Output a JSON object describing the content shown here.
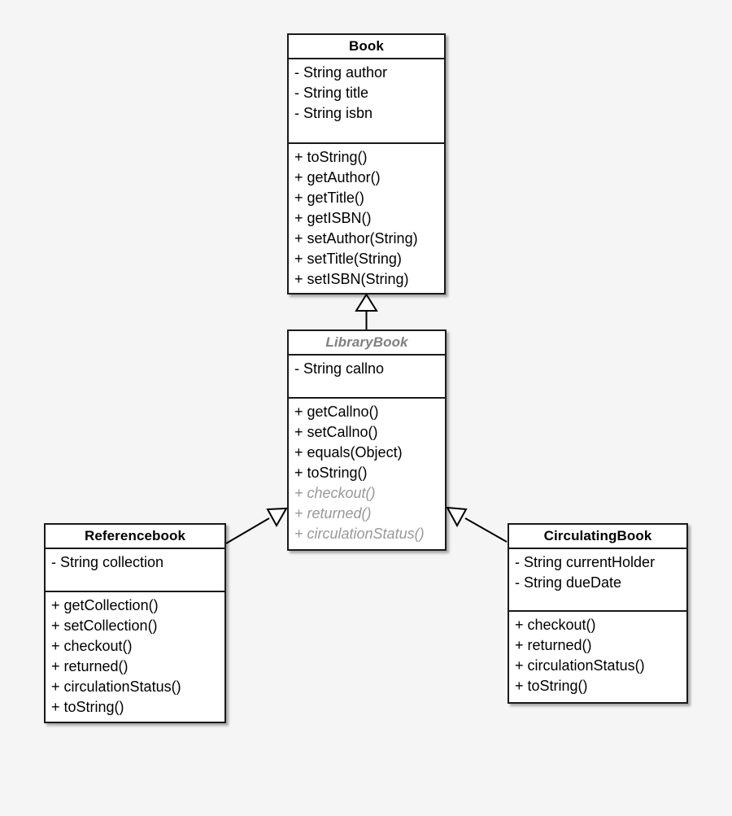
{
  "diagram": {
    "kind": "uml-class-diagram",
    "background_color": "#f5f5f5",
    "box_fill_color": "#ffffff",
    "border_color": "#1a1a1a",
    "abstract_text_color": "#808080",
    "abstract_member_color": "#999999"
  },
  "classes": {
    "book": {
      "name": "Book",
      "abstract": false,
      "attributes": [
        "- String author",
        "- String title",
        "- String isbn"
      ],
      "methods": [
        "+ toString()",
        "+ getAuthor()",
        "+ getTitle()",
        "+ getISBN()",
        "+ setAuthor(String)",
        "+ setTitle(String)",
        "+ setISBN(String)"
      ]
    },
    "librarybook": {
      "name": "LibraryBook",
      "abstract": true,
      "attributes": [
        "- String callno"
      ],
      "methods": [
        "+ getCallno()",
        "+ setCallno()",
        "+ equals(Object)",
        "+ toString()"
      ],
      "abstract_methods": [
        "+ checkout()",
        "+ returned()",
        "+ circulationStatus()"
      ]
    },
    "referencebook": {
      "name": "Referencebook",
      "abstract": false,
      "attributes": [
        "- String collection"
      ],
      "methods": [
        "+ getCollection()",
        "+ setCollection()",
        "+ checkout()",
        "+ returned()",
        "+ circulationStatus()",
        "+ toString()"
      ]
    },
    "circulatingbook": {
      "name": "CirculatingBook",
      "abstract": false,
      "attributes": [
        "- String currentHolder",
        "- String dueDate"
      ],
      "methods": [
        "+ checkout()",
        "+ returned()",
        "+ circulationStatus()",
        "+ toString()"
      ]
    }
  },
  "relationships": [
    {
      "type": "generalization",
      "from": "LibraryBook",
      "to": "Book",
      "arrow": "hollow-triangle"
    },
    {
      "type": "generalization",
      "from": "Referencebook",
      "to": "LibraryBook",
      "arrow": "hollow-triangle"
    },
    {
      "type": "generalization",
      "from": "CirculatingBook",
      "to": "LibraryBook",
      "arrow": "hollow-triangle"
    }
  ]
}
